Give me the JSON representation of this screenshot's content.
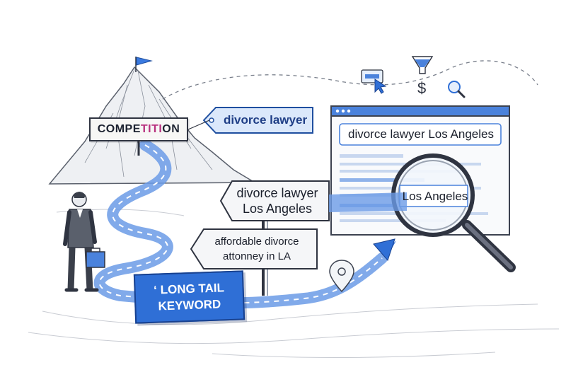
{
  "competition": {
    "prefix": "COMPE",
    "highlight": "TITI",
    "suffix": "ON"
  },
  "tag": {
    "text": "divorce lawyer"
  },
  "search_box": {
    "text": "divorce lawyer Los Angeles"
  },
  "sign_city": {
    "line1": "divorce lawyer",
    "line2": "Los Angeles"
  },
  "sign_affordable": {
    "line1": "affordable divorce",
    "line2": "attonney in LA"
  },
  "magnifier": {
    "text": "Los Angeles"
  },
  "long_tail": {
    "line1": "LONG TAIL",
    "line2": "KEYWORD",
    "quote_mark": "‘"
  },
  "icons": [
    "flag-icon",
    "cursor-icon",
    "funnel-icon",
    "dollar-icon",
    "search-icon",
    "location-pin-icon",
    "trend-arrow-icon",
    "briefcase-icon"
  ],
  "colors": {
    "accent_blue": "#2f6fd6",
    "dark_blue": "#18418f",
    "road_blue": "#6b9be6",
    "highlight_magenta": "#b8307e",
    "pencil": "#2f3441"
  }
}
